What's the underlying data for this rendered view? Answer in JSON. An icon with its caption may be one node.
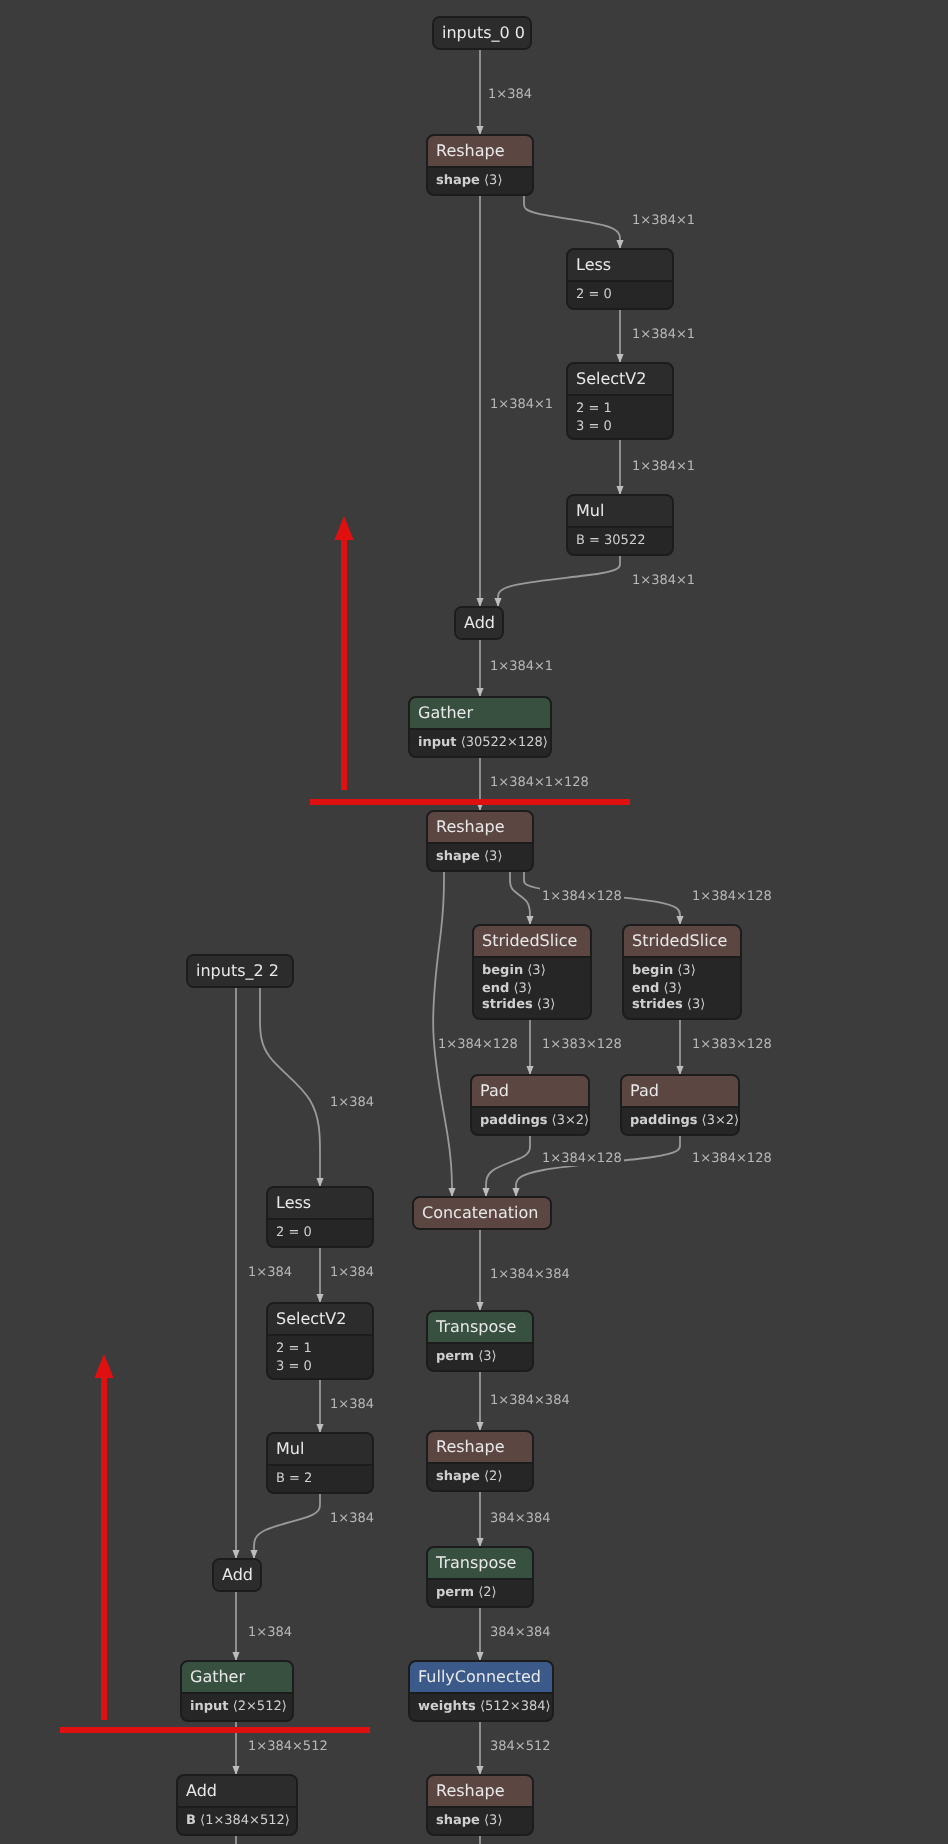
{
  "diagram": {
    "nodes": [
      {
        "text": [
          "inputs_0 0"
        ]
      },
      {
        "text": [
          "Reshape",
          "**shape** ⟨3⟩"
        ]
      },
      {
        "text": [
          "Less",
          "2 = 0"
        ]
      },
      {
        "text": [
          "SelectV2",
          "2 = 1",
          "3 = 0"
        ]
      },
      {
        "text": [
          "Mul",
          "B = 30522"
        ]
      },
      {
        "text": [
          "Add"
        ]
      },
      {
        "text": [
          "Gather",
          "**input** ⟨30522×128⟩"
        ]
      },
      {
        "text": [
          "Reshape",
          "**shape** ⟨3⟩"
        ]
      },
      {
        "text": [
          "StridedSlice",
          "**begin** ⟨3⟩",
          "**end** ⟨3⟩",
          "**strides** ⟨3⟩"
        ]
      },
      {
        "text": [
          "StridedSlice",
          "**begin** ⟨3⟩",
          "**end** ⟨3⟩",
          "**strides** ⟨3⟩"
        ]
      },
      {
        "text": [
          "Pad",
          "**paddings** ⟨3×2⟩"
        ]
      },
      {
        "text": [
          "Pad",
          "**paddings** ⟨3×2⟩"
        ]
      },
      {
        "text": [
          "Concatenation"
        ]
      },
      {
        "text": [
          "Transpose",
          "**perm** ⟨3⟩"
        ]
      },
      {
        "text": [
          "Reshape",
          "**shape** ⟨2⟩"
        ]
      },
      {
        "text": [
          "Transpose",
          "**perm** ⟨2⟩"
        ]
      },
      {
        "text": [
          "FullyConnected",
          "**weights** ⟨512×384⟩"
        ]
      },
      {
        "text": [
          "Reshape",
          "**shape** ⟨3⟩"
        ]
      },
      {
        "text": [
          "inputs_2 2"
        ]
      },
      {
        "text": [
          "Less",
          "2 = 0"
        ]
      },
      {
        "text": [
          "SelectV2",
          "2 = 1",
          "3 = 0"
        ]
      },
      {
        "text": [
          "Mul",
          "B = 2"
        ]
      },
      {
        "text": [
          "Add"
        ]
      },
      {
        "text": [
          "Gather",
          "**input** ⟨2×512⟩"
        ]
      },
      {
        "text": [
          "Add",
          "**B** ⟨1×384×512⟩"
        ]
      }
    ],
    "edges": [
      {
        "from": 0,
        "to": 1,
        "arrow": "to",
        "label": "1×384"
      },
      {
        "from": 1,
        "to": 2,
        "arrow": "to",
        "label": "1×384×1"
      },
      {
        "from": 1,
        "to": 5,
        "arrow": "to",
        "label": "1×384×1"
      },
      {
        "from": 2,
        "to": 3,
        "arrow": "to",
        "label": "1×384×1"
      },
      {
        "from": 3,
        "to": 4,
        "arrow": "to",
        "label": "1×384×1"
      },
      {
        "from": 4,
        "to": 5,
        "arrow": "to",
        "label": "1×384×1"
      },
      {
        "from": 5,
        "to": 6,
        "arrow": "to",
        "label": "1×384×1"
      },
      {
        "from": 6,
        "to": 7,
        "arrow": "to",
        "label": "1×384×1×128"
      },
      {
        "from": 7,
        "to": 8,
        "arrow": "to",
        "label": "1×384×128"
      },
      {
        "from": 7,
        "to": 9,
        "arrow": "to",
        "label": "1×384×128"
      },
      {
        "from": 7,
        "to": 12,
        "arrow": "to",
        "label": "1×384×128"
      },
      {
        "from": 8,
        "to": 10,
        "arrow": "to",
        "label": "1×383×128"
      },
      {
        "from": 9,
        "to": 11,
        "arrow": "to",
        "label": "1×383×128"
      },
      {
        "from": 10,
        "to": 12,
        "arrow": "to",
        "label": "1×384×128"
      },
      {
        "from": 11,
        "to": 12,
        "arrow": "to",
        "label": "1×384×128"
      },
      {
        "from": 12,
        "to": 13,
        "arrow": "to",
        "label": "1×384×384"
      },
      {
        "from": 13,
        "to": 14,
        "arrow": "to",
        "label": "1×384×384"
      },
      {
        "from": 14,
        "to": 15,
        "arrow": "to",
        "label": "384×384"
      },
      {
        "from": 15,
        "to": 16,
        "arrow": "to",
        "label": "384×384"
      },
      {
        "from": 16,
        "to": 17,
        "arrow": "to",
        "label": "384×512"
      },
      {
        "from": 18,
        "to": 19,
        "arrow": "to",
        "label": "1×384"
      },
      {
        "from": 18,
        "to": 22,
        "arrow": "to",
        "label": "1×384"
      },
      {
        "from": 19,
        "to": 20,
        "arrow": "to",
        "label": "1×384"
      },
      {
        "from": 20,
        "to": 21,
        "arrow": "to",
        "label": "1×384"
      },
      {
        "from": 21,
        "to": 22,
        "arrow": "to",
        "label": "1×384"
      },
      {
        "from": 22,
        "to": 23,
        "arrow": "to",
        "label": "1×384"
      },
      {
        "from": 23,
        "to": 24,
        "arrow": "to",
        "label": "1×384×512"
      },
      {
        "from": 17,
        "to": null,
        "arrow": "none"
      },
      {
        "from": 24,
        "to": null,
        "arrow": "none"
      }
    ]
  }
}
